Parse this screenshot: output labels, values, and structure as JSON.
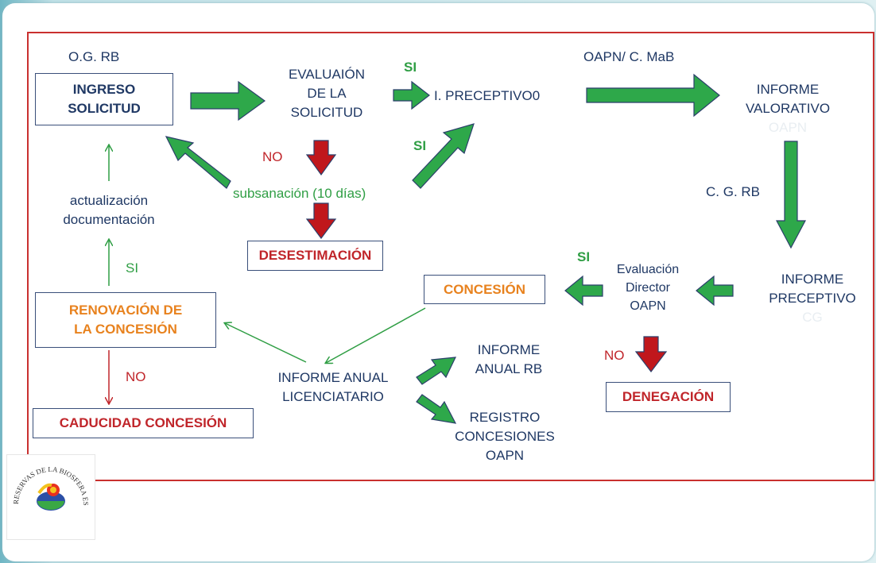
{
  "colors": {
    "frame": "#c9302f",
    "box_text": "#1f3864",
    "negative": "#c0252a",
    "positive": "#2f9e44",
    "highlight": "#e8821e",
    "big_arrow_fill": "#2ea84a",
    "big_arrow_outline": "#2b3f6b",
    "no_arrow_fill": "#c0171c"
  },
  "diagram": {
    "og_rb": "O.G. RB",
    "ingreso_solicitud": [
      "INGRESO",
      "SOLICITUD"
    ],
    "evaluacion": [
      "EVALUAIÓN",
      "DE LA",
      "SOLICITUD"
    ],
    "si_top": "SI",
    "i_preceptivo": "I. PRECEPTIVO0",
    "oapn_cmab": "OAPN/ C. MaB",
    "informe_valorativo": [
      "INFORME",
      "VALORATIVO",
      "OAPN"
    ],
    "no_left": "NO",
    "si_mid": "SI",
    "subsanacion": "subsanación (10 días)",
    "desestimacion": "DESESTIMACIÓN",
    "actualizacion": [
      "actualización",
      "documentación"
    ],
    "si_left": "SI",
    "cg_rb": "C. G. RB",
    "renovacion": [
      "RENOVACIÓN DE",
      "LA CONCESIÓN"
    ],
    "no_bottom": "NO",
    "caducidad": "CADUCIDAD CONCESIÓN",
    "concesion": "CONCESIÓN",
    "si_concesion": "SI",
    "evaluacion_director": [
      "Evaluación",
      "Director",
      "OAPN"
    ],
    "informe_preceptivo": [
      "INFORME",
      "PRECEPTIVO",
      "CG"
    ],
    "no_right": "NO",
    "denegacion": "DENEGACIÓN",
    "informe_anual_licenciatario": [
      "INFORME ANUAL",
      "LICENCIATARIO"
    ],
    "informe_anual_rb": [
      "INFORME",
      "ANUAL RB"
    ],
    "registro_concesiones": [
      "REGISTRO",
      "CONCESIONES",
      "OAPN"
    ]
  },
  "logo": {
    "text": "RESERVAS DE LA BIOSFERA ESPAÑOLAS"
  }
}
